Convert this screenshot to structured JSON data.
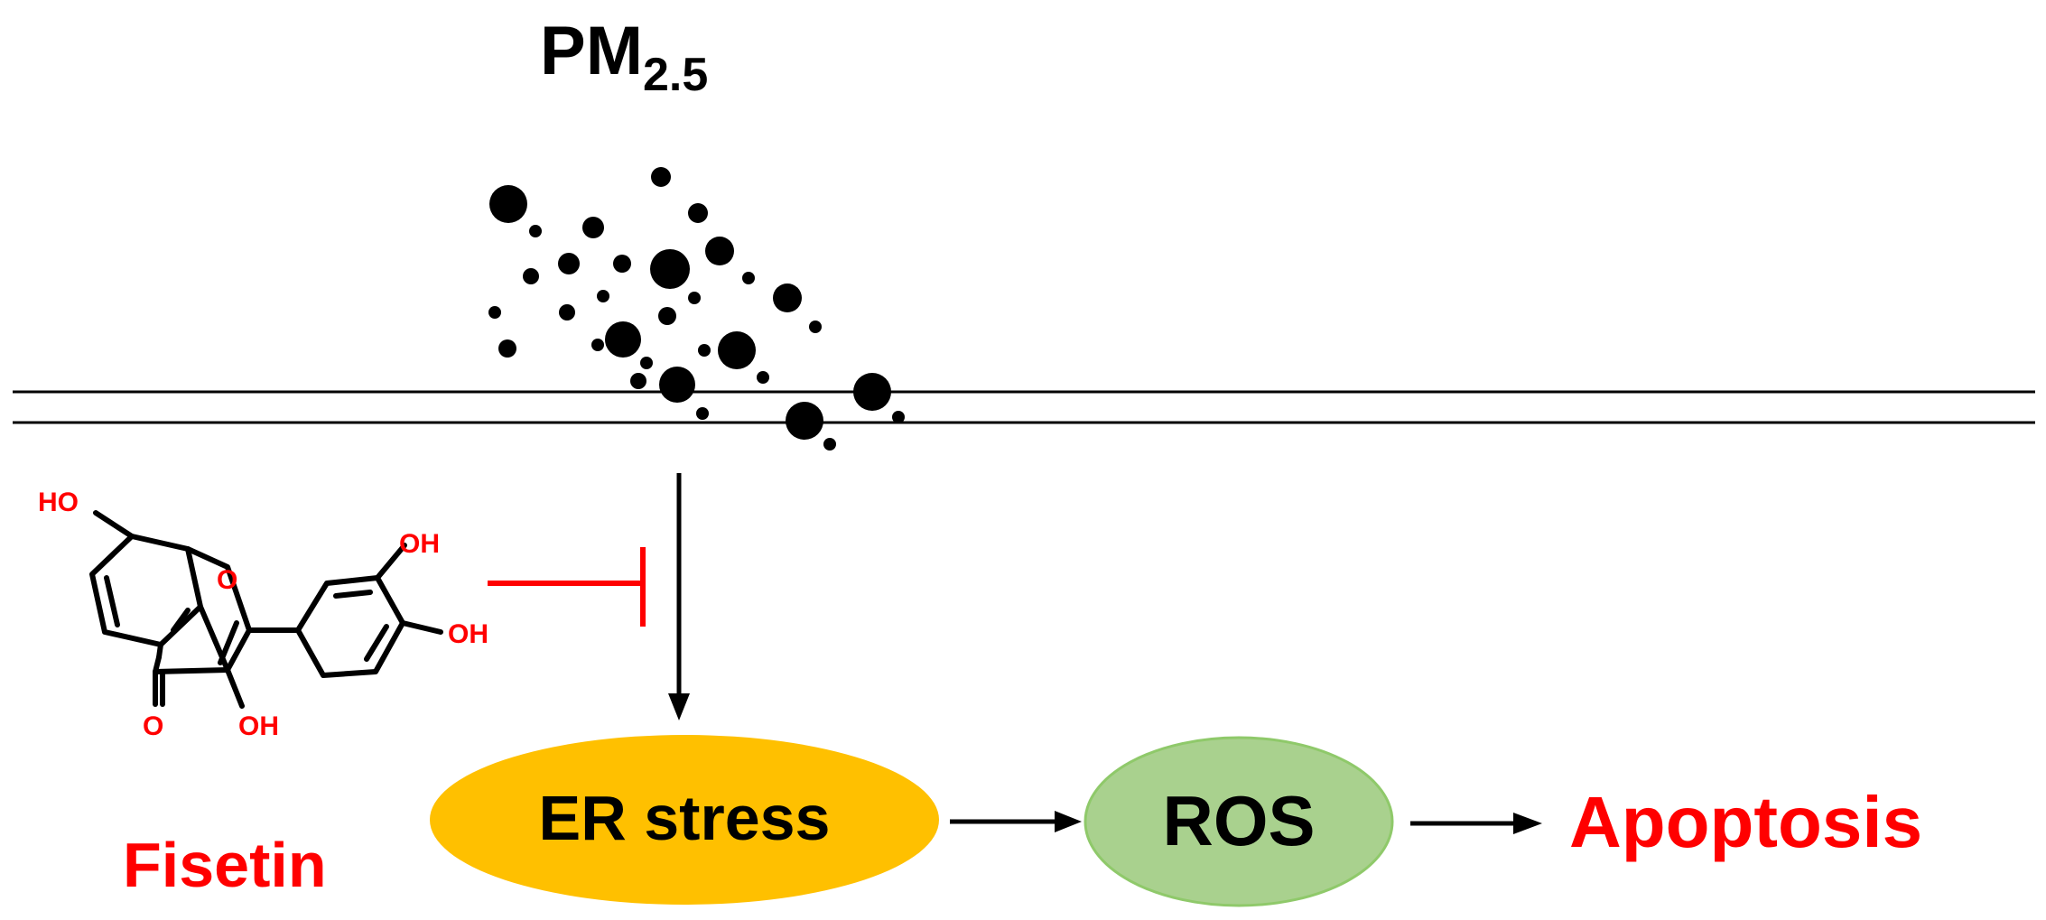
{
  "title": {
    "main": "PM",
    "subscript": "2.5"
  },
  "inhibitor": {
    "name": "Fisetin",
    "atoms": {
      "ho_top": "HO",
      "o_ring": "O",
      "oh_top": "OH",
      "oh_right": "OH",
      "o_carbonyl": "O",
      "oh_bottom": "OH"
    }
  },
  "pathway": [
    {
      "label": "ER stress"
    },
    {
      "label": "ROS"
    },
    {
      "label": "Apoptosis"
    }
  ],
  "colors": {
    "inhibitor": "#ff0000",
    "er_stress_fill": "#ffc000",
    "ros_fill": "#a9d18e",
    "ros_stroke": "#8fc96a",
    "particles": "#000000",
    "text": "#000000"
  }
}
